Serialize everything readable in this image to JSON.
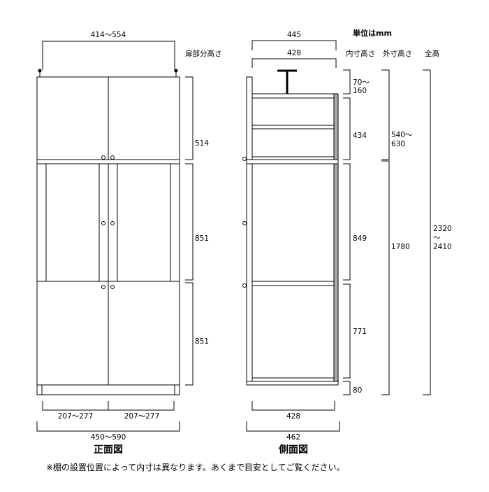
{
  "unit_label": "単位はmm",
  "headers": {
    "door_height": "扉部分高さ",
    "inner_height": "内寸高さ",
    "outer_height": "外寸高さ",
    "total_height": "全高"
  },
  "front": {
    "top_width": "414～554",
    "door_heights": [
      "514",
      "851",
      "851"
    ],
    "bottom_left": "207～277",
    "bottom_right": "207～277",
    "overall_width": "450～590",
    "label": "正面図"
  },
  "side": {
    "top_outer": "445",
    "top_inner": "428",
    "inner_heights": [
      "70～",
      "160",
      "434",
      "849",
      "771",
      "80"
    ],
    "outer_heights": [
      "540～",
      "630",
      "1780"
    ],
    "total_height": [
      "2320",
      "～",
      "2410"
    ],
    "bottom_inner": "428",
    "bottom_outer": "462",
    "label": "側面図"
  },
  "footnote": "※棚の設置位置によって内寸は異なります。あくまで目安としてご覧ください。"
}
